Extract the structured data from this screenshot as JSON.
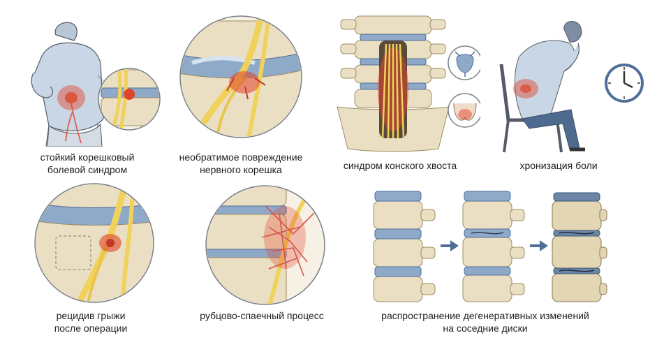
{
  "colors": {
    "bone": "#eadfc3",
    "bone_shadow": "#c9b98f",
    "disc": "#8fa9c9",
    "disc_dark": "#4f6f99",
    "nerve": "#f0d15a",
    "nerve_dark": "#c9a22a",
    "inflammation": "#e0442b",
    "skin": "#c9d6e6",
    "outline": "#555b66"
  },
  "icons": {
    "bladder": "bladder-icon",
    "buttocks": "saddle-area-icon",
    "clock": "clock-icon",
    "arrow": "arrow-right-icon"
  },
  "panels": [
    {
      "id": "radicular-pain",
      "caption": [
        "стойкий корешковый",
        "болевой синдром"
      ]
    },
    {
      "id": "nerve-root-damage",
      "caption": [
        "необратимое повреждение",
        "нервного корешка"
      ]
    },
    {
      "id": "cauda-equina",
      "caption": [
        "синдром конского хвоста"
      ]
    },
    {
      "id": "pain-chronification",
      "caption": [
        "хронизация боли"
      ]
    },
    {
      "id": "hernia-recurrence",
      "caption": [
        "рецидив грыжи",
        "после операции"
      ]
    },
    {
      "id": "adhesions",
      "caption": [
        "рубцово-спаечный процесс"
      ]
    },
    {
      "id": "degeneration-spread",
      "caption": [
        "распространение дегенеративных изменений",
        "на соседние диски"
      ]
    }
  ]
}
